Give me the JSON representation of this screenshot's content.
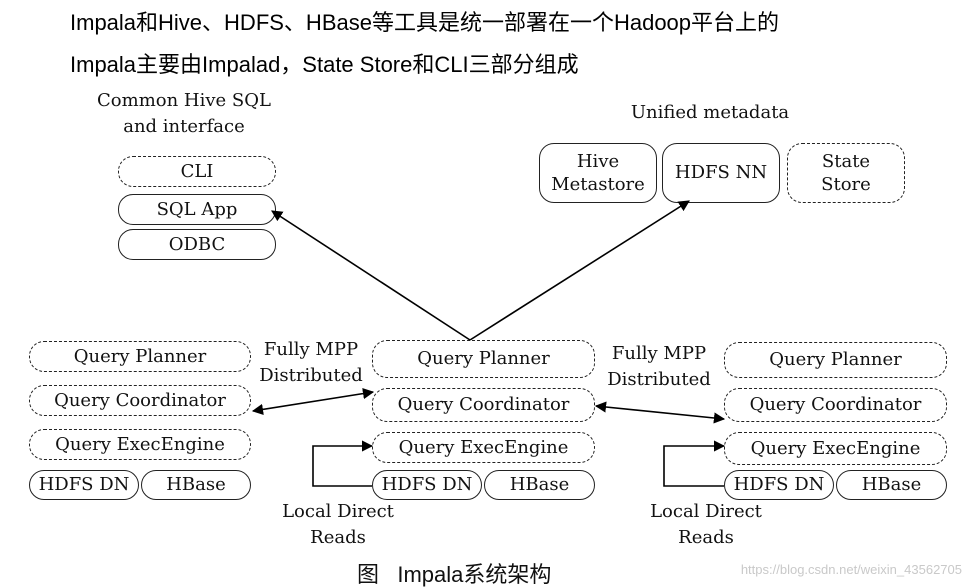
{
  "intro": {
    "line1": "Impala和Hive、HDFS、HBase等工具是统一部署在一个Hadoop平台上的",
    "line2": "Impala主要由Impalad，State Store和CLI三部分组成"
  },
  "client": {
    "title_line1": "Common Hive SQL",
    "title_line2": "and interface",
    "cli": "CLI",
    "sql_app": "SQL App",
    "odbc": "ODBC"
  },
  "metadata": {
    "title": "Unified metadata",
    "hive_line1": "Hive",
    "hive_line2": "Metastore",
    "hdfs_nn": "HDFS NN",
    "state_line1": "State",
    "state_line2": "Store"
  },
  "nodes": {
    "left": {
      "planner": "Query Planner",
      "coordinator": "Query Coordinator",
      "exec": "Query ExecEngine",
      "hdfs_dn": "HDFS DN",
      "hbase": "HBase"
    },
    "center": {
      "planner": "Query Planner",
      "coordinator": "Query Coordinator",
      "exec": "Query ExecEngine",
      "hdfs_dn": "HDFS DN",
      "hbase": "HBase"
    },
    "right": {
      "planner": "Query Planner",
      "coordinator": "Query Coordinator",
      "exec": "Query ExecEngine",
      "hdfs_dn": "HDFS DN",
      "hbase": "HBase"
    }
  },
  "links": {
    "mpp_left_line1": "Fully MPP",
    "mpp_left_line2": "Distributed",
    "mpp_right_line1": "Fully MPP",
    "mpp_right_line2": "Distributed",
    "reads_left_line1": "Local Direct",
    "reads_left_line2": "Reads",
    "reads_right_line1": "Local Direct",
    "reads_right_line2": "Reads"
  },
  "caption": {
    "prefix": "图",
    "text": "Impala系统架构"
  },
  "watermark": "https://blog.csdn.net/weixin_43562705"
}
